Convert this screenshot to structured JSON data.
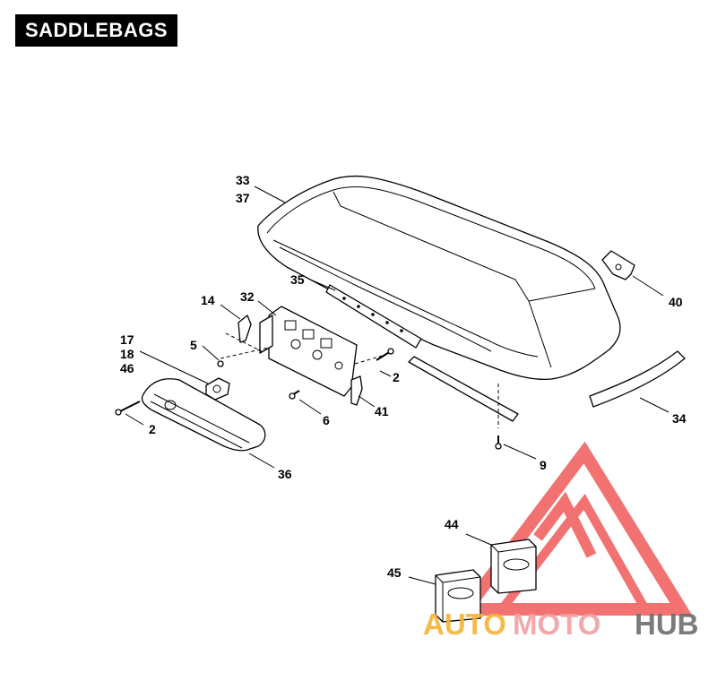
{
  "header": {
    "title": "SADDLEBAGS"
  },
  "callouts": {
    "c33": "33",
    "c37": "37",
    "c35": "35",
    "c32": "32",
    "c14": "14",
    "c17": "17",
    "c18": "18",
    "c46": "46",
    "c5": "5",
    "c2a": "2",
    "c2b": "2",
    "c6": "6",
    "c41": "41",
    "c36": "36",
    "c40": "40",
    "c34": "34",
    "c9": "9",
    "c44": "44",
    "c45": "45"
  },
  "watermark": {
    "part1": "AUTO",
    "part2": "MOTO",
    "part3": "HUB",
    "colors": {
      "triangle": "#f05a5a",
      "auto": "#f5b335",
      "moto": "#f2a0a0",
      "hub": "#6d6d6d"
    }
  }
}
